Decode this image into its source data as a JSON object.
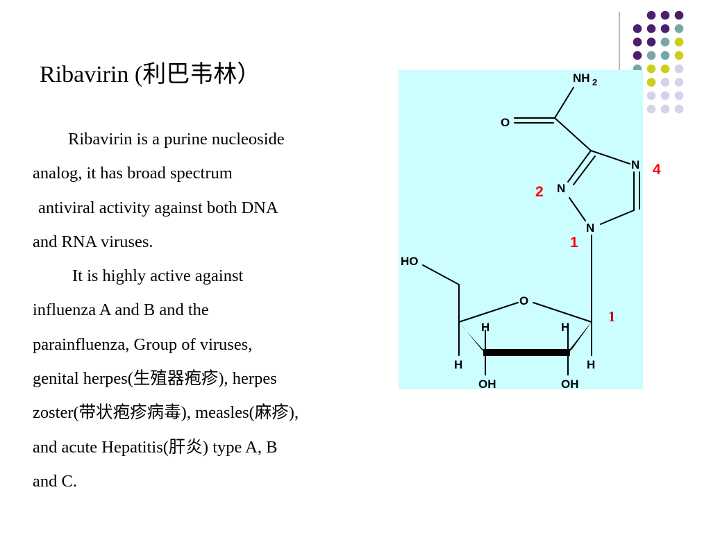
{
  "slide": {
    "title": "Ribavirin (利巴韦林）",
    "paragraphs": [
      {
        "lines": [
          "Ribavirin is a purine nucleoside",
          "analog, it has broad spectrum",
          "antiviral activity against both DNA",
          "and RNA viruses."
        ]
      },
      {
        "lines": [
          "It is highly active against",
          "influenza A and B and the",
          "parainfluenza, Group of viruses,",
          "genital herpes(生殖器疱疹), herpes",
          "zoster(带状疱疹病毒), measles(麻疹),",
          "and acute Hepatitis(肝炎) type A, B",
          "and C."
        ]
      }
    ]
  },
  "structure": {
    "panel_color": "#ccfdff",
    "atoms": {
      "amide_nitrogen": "NH",
      "amide_subscript": "2",
      "carbonyl_oxygen": "O",
      "n4": "N",
      "n2": "N",
      "n1": "N",
      "hydroxymethyl": "HO",
      "ring_oxygen": "O",
      "h_c3": "H",
      "h_c2": "H",
      "h_c4": "H",
      "h_c1": "H",
      "oh_c3": "OH",
      "oh_c2": "OH"
    },
    "position_labels": {
      "n4": "4",
      "n2": "2",
      "n1": "1",
      "c1": "1"
    },
    "label_color": "#ff0000"
  },
  "decoration": {
    "dot_colors": {
      "purple": "#4b1e6e",
      "teal": "#77a6a6",
      "yellow": "#cdcd1e",
      "lavender": "#d3d3ea"
    }
  }
}
